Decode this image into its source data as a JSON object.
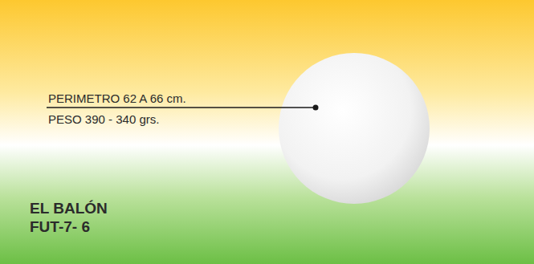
{
  "diagram": {
    "title": "EL BALÓN FUT-7- 6",
    "labels": [
      "PERIMETRO 62 A 66 cm.",
      "PESO 390 - 340 grs."
    ]
  }
}
